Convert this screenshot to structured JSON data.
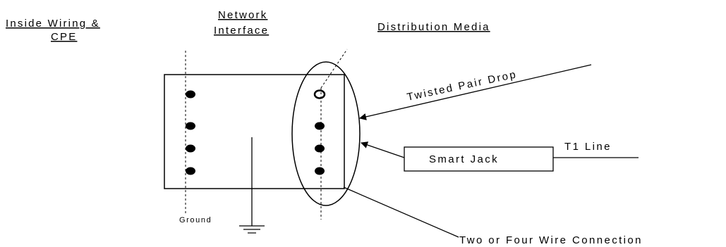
{
  "headers": {
    "inside_line1": "Inside Wiring &",
    "inside_line2": "CPE",
    "network_line1": "Network",
    "network_line2": "Interface",
    "distribution": "Distribution Media"
  },
  "labels": {
    "twisted_pair_drop": "Twisted Pair Drop",
    "smart_jack": "Smart Jack",
    "t1_line": "T1 Line",
    "ground": "Ground",
    "wire_connection": "Two or Four Wire Connection"
  },
  "colors": {
    "ink": "#000000",
    "background": "#ffffff"
  }
}
